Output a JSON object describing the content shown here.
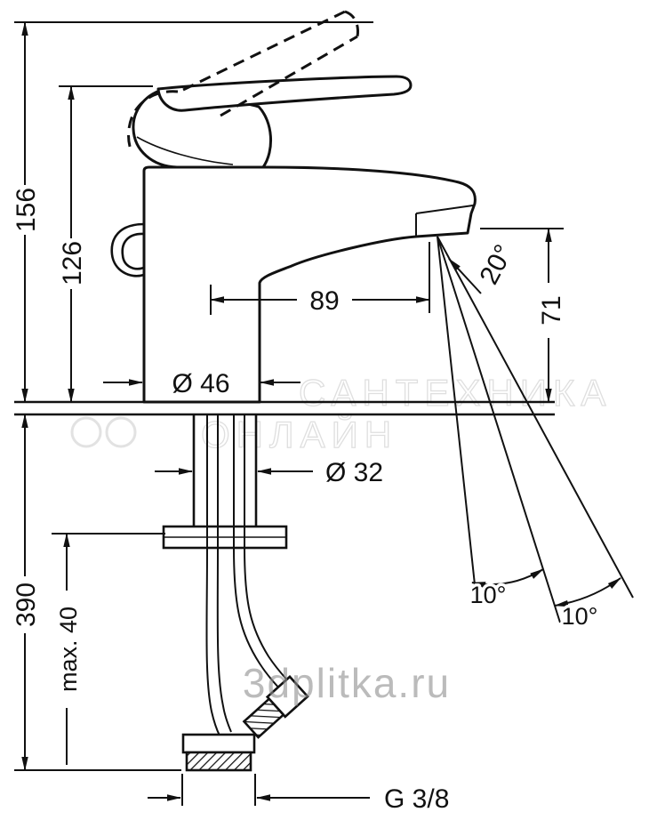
{
  "dimensions": {
    "total_height": "156",
    "body_height": "126",
    "spout_reach": "89",
    "base_diameter": "Ø 46",
    "hole_diameter": "Ø 32",
    "spout_height": "71",
    "spray_angle": "20°",
    "hose_length": "390",
    "max_mounting_depth": "max. 40",
    "swivel_left": "10°",
    "swivel_right": "10°",
    "thread": "G 3/8"
  },
  "watermarks": {
    "site": "3dplitka.ru",
    "store_line1": "САНТЕХНИКА",
    "store_line2": "ОНЛАЙН"
  },
  "colors": {
    "line": "#111111",
    "watermark": "#8f8f8f"
  }
}
